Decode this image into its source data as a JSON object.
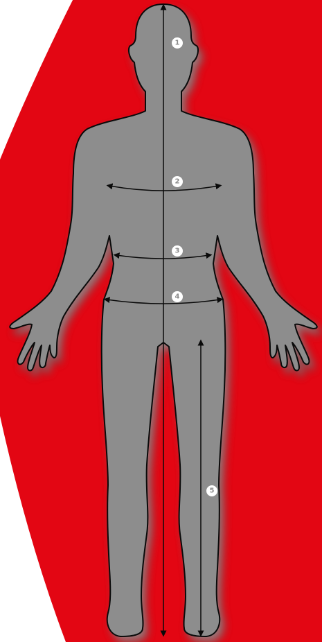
{
  "colors": {
    "background_arc": "#e30613",
    "page_background": "#ffffff",
    "figure_fill": "#8d8d8d",
    "figure_outline": "#0a0a0a",
    "figure_glow": "#f4a3a8",
    "measure_line": "#0a0a0a",
    "marker_fill": "#ffffff",
    "marker_text": "#8c8c8c"
  },
  "figure": {
    "icon": "human-body-silhouette-icon"
  },
  "markers": [
    {
      "id": "height",
      "label": "1"
    },
    {
      "id": "chest",
      "label": "2"
    },
    {
      "id": "waist",
      "label": "3"
    },
    {
      "id": "hips",
      "label": "4"
    },
    {
      "id": "inseam",
      "label": "5"
    }
  ]
}
